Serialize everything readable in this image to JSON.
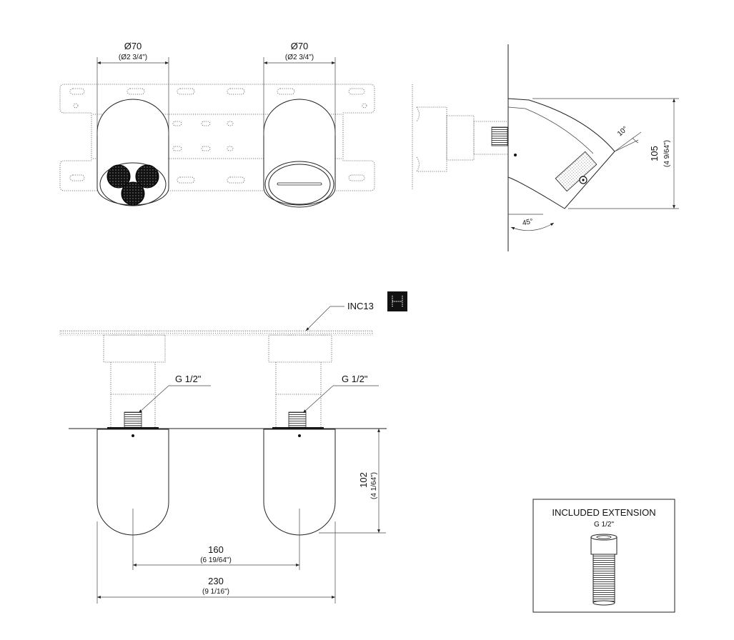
{
  "front_view": {
    "left_diameter": "Ø70",
    "left_diameter_inch": "(Ø2 3/4\")",
    "right_diameter": "Ø70",
    "right_diameter_inch": "(Ø2 3/4\")"
  },
  "side_view": {
    "height": "105",
    "height_inch": "(4 9/64\")",
    "tilt_angle": "10°",
    "spout_angle": "45°"
  },
  "top_view": {
    "kit_code": "INC13",
    "left_thread": "G 1/2\"",
    "right_thread": "G 1/2\"",
    "projection": "102",
    "projection_inch": "(4 1/64\")",
    "center_distance": "160",
    "center_distance_inch": "(6 19/64\")",
    "overall_width": "230",
    "overall_width_inch": "(9 1/16\")"
  },
  "extension_box": {
    "title": "INCLUDED EXTENSION",
    "thread": "G 1/2\""
  }
}
